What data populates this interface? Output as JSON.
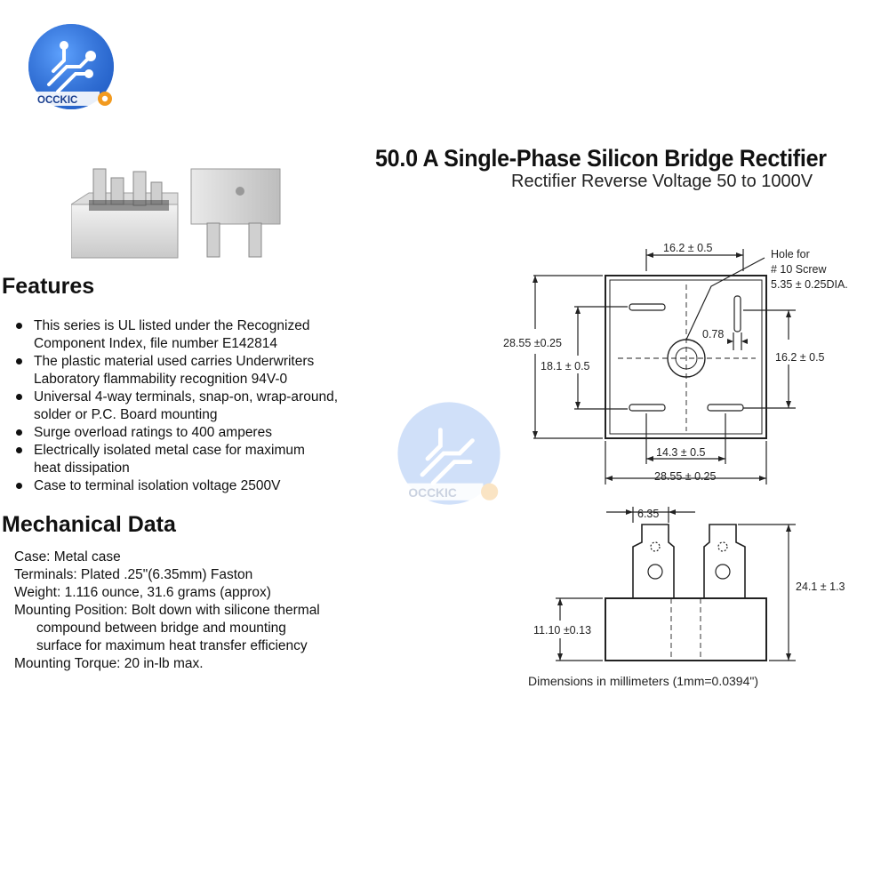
{
  "logo": {
    "text": "OCCKIC"
  },
  "watermark": {
    "text": "OCCKIC"
  },
  "title": "50.0 A Single-Phase Silicon Bridge Rectifier",
  "subtitle": "Rectifier Reverse Voltage 50 to 1000V",
  "features": {
    "heading": "Features",
    "items": [
      {
        "l1": "This series is UL listed under the Recognized",
        "l2": "Component Index, file number E142814"
      },
      {
        "l1": "The plastic material used carries Underwriters",
        "l2": "Laboratory flammability recognition 94V-0"
      },
      {
        "l1": "Universal 4-way terminals, snap-on, wrap-around,",
        "l2": "solder or P.C. Board mounting"
      },
      {
        "l1": "Surge overload ratings to 400 amperes",
        "l2": ""
      },
      {
        "l1": "Electrically isolated metal case for maximum",
        "l2": "heat dissipation"
      },
      {
        "l1": "Case to terminal isolation voltage 2500V",
        "l2": ""
      }
    ]
  },
  "mechanical": {
    "heading": "Mechanical Data",
    "case": "Case: Metal case",
    "terminals": "Terminals: Plated .25\"(6.35mm) Faston",
    "weight": "Weight: 1.116 ounce, 31.6 grams (approx)",
    "mounting_position_1": "Mounting Position: Bolt down with silicone thermal",
    "mounting_position_2": "compound between bridge and mounting",
    "mounting_position_3": "surface for maximum heat transfer efficiency",
    "torque": "Mounting Torque: 20 in-lb max."
  },
  "dimensions": {
    "top_width": "16.2 ± 0.5",
    "hole_1": "Hole for",
    "hole_2": "# 10 Screw",
    "hole_3": "5.35 ± 0.25DIA.",
    "left_outer": "28.55 ±0.25",
    "left_inner": "18.1 ± 0.5",
    "tab": "0.78",
    "right_inner": "16.2 ± 0.5",
    "bottom_inner": "14.3 ± 0.5",
    "bottom_outer": "28.55 ± 0.25",
    "terminal_width": "6.35",
    "height_total": "24.1 ± 1.3",
    "height_body": "11.10 ±0.13",
    "caption": "Dimensions in millimeters (1mm=0.0394\")"
  }
}
